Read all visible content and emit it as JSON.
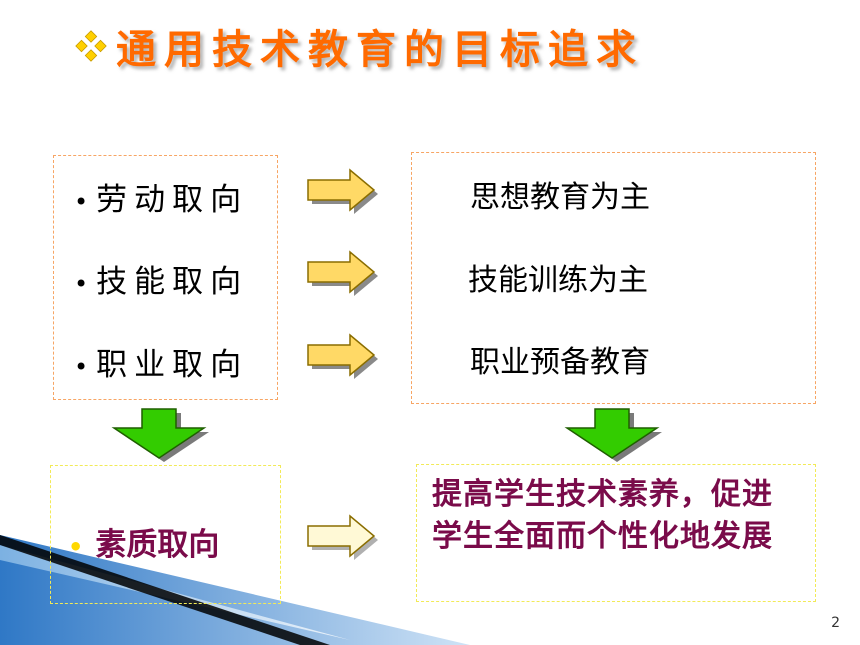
{
  "title": "通用技术教育的目标追求",
  "left_items": [
    "劳动取向",
    "技能取向",
    "职业取向"
  ],
  "right_items": [
    "思想教育为主",
    "技能训练为主",
    "职业预备教育"
  ],
  "conclusion": "素质取向",
  "result_lines": [
    "提高学生技术素养，促进",
    "学生全面而个性化地发展"
  ],
  "bullet_char": "•",
  "page_number": "2",
  "colors": {
    "title": "#ff6a00",
    "arrow_fill": "#ffd966",
    "down_arrow_fill": "#33cc00",
    "result_text": "#7a0b4a",
    "wedge_blue": "#3b7fc4"
  },
  "icons": {
    "title_bullet": "diamond-cluster-icon"
  }
}
